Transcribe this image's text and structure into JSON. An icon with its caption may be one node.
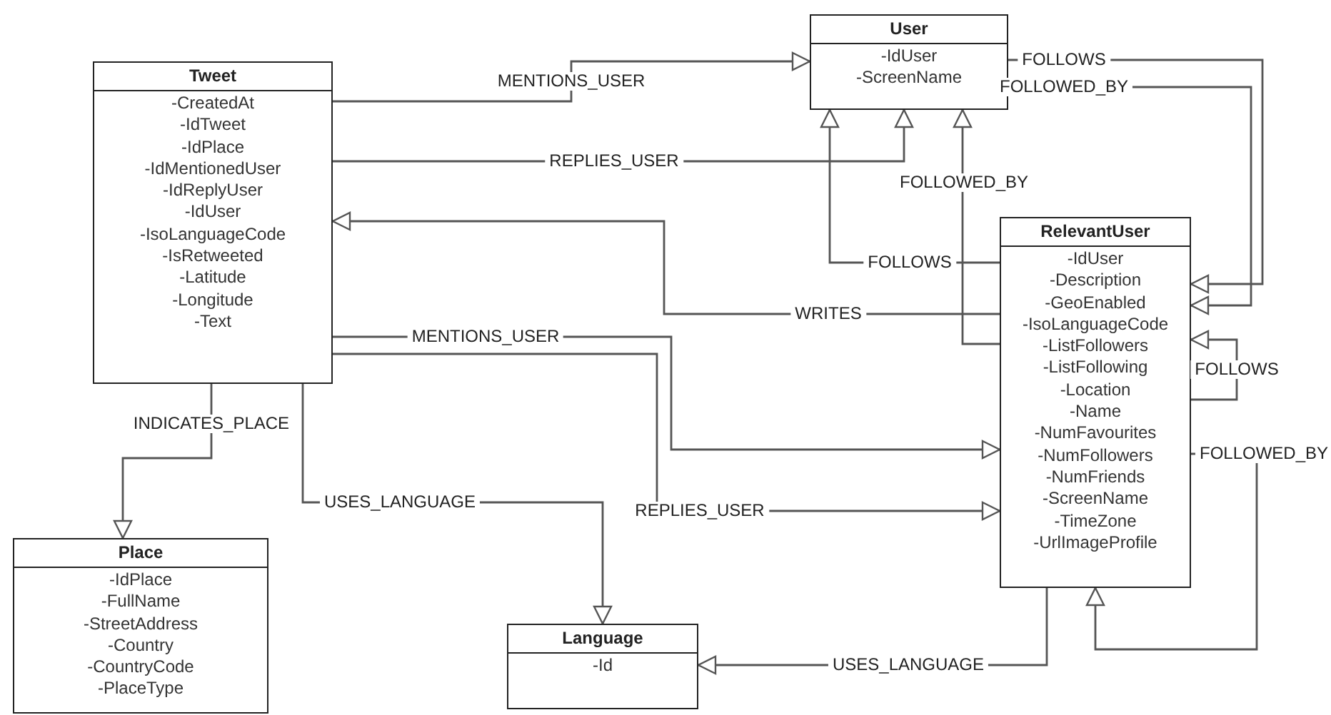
{
  "diagram": {
    "nodes": [
      {
        "text": [
          "Tweet",
          "-CreatedAt",
          "-IdTweet",
          "-IdPlace",
          "-IdMentionedUser",
          "-IdReplyUser",
          "-IdUser",
          "-IsoLanguageCode",
          "-IsRetweeted",
          "-Latitude",
          "-Longitude",
          "-Text"
        ]
      },
      {
        "text": [
          "User",
          "-IdUser",
          "-ScreenName"
        ]
      },
      {
        "text": [
          "RelevantUser",
          "-IdUser",
          "-Description",
          "-GeoEnabled",
          "-IsoLanguageCode",
          "-ListFollowers",
          "-ListFollowing",
          "-Location",
          "-Name",
          "-NumFavourites",
          "-NumFollowers",
          "-NumFriends",
          "-ScreenName",
          "-TimeZone",
          "-UrlImageProfile"
        ]
      },
      {
        "text": [
          "Place",
          "-IdPlace",
          "-FullName",
          "-StreetAddress",
          "-Country",
          "-CountryCode",
          "-PlaceType"
        ]
      },
      {
        "text": [
          "Language",
          "-Id"
        ]
      }
    ],
    "edges": [
      {
        "from": 0,
        "to": 1,
        "arrow": "to",
        "label": "MENTIONS_USER"
      },
      {
        "from": 0,
        "to": 1,
        "arrow": "to",
        "label": "REPLIES_USER"
      },
      {
        "from": 2,
        "to": 0,
        "arrow": "to",
        "label": "WRITES"
      },
      {
        "from": 2,
        "to": 1,
        "arrow": "to",
        "label": "FOLLOWS"
      },
      {
        "from": 2,
        "to": 1,
        "arrow": "to",
        "label": "FOLLOWED_BY"
      },
      {
        "from": 1,
        "to": 2,
        "arrow": "to",
        "label": "FOLLOWS"
      },
      {
        "from": 1,
        "to": 2,
        "arrow": "to",
        "label": "FOLLOWED_BY"
      },
      {
        "from": 2,
        "to": 2,
        "arrow": "to",
        "label": "FOLLOWS"
      },
      {
        "from": 2,
        "to": 2,
        "arrow": "to",
        "label": "FOLLOWED_BY"
      },
      {
        "from": 0,
        "to": 2,
        "arrow": "to",
        "label": "MENTIONS_USER"
      },
      {
        "from": 0,
        "to": 2,
        "arrow": "to",
        "label": "REPLIES_USER"
      },
      {
        "from": 0,
        "to": 3,
        "arrow": "to",
        "label": "INDICATES_PLACE"
      },
      {
        "from": 0,
        "to": 4,
        "arrow": "to",
        "label": "USES_LANGUAGE"
      },
      {
        "from": 2,
        "to": 4,
        "arrow": "to",
        "label": "USES_LANGUAGE"
      }
    ]
  }
}
